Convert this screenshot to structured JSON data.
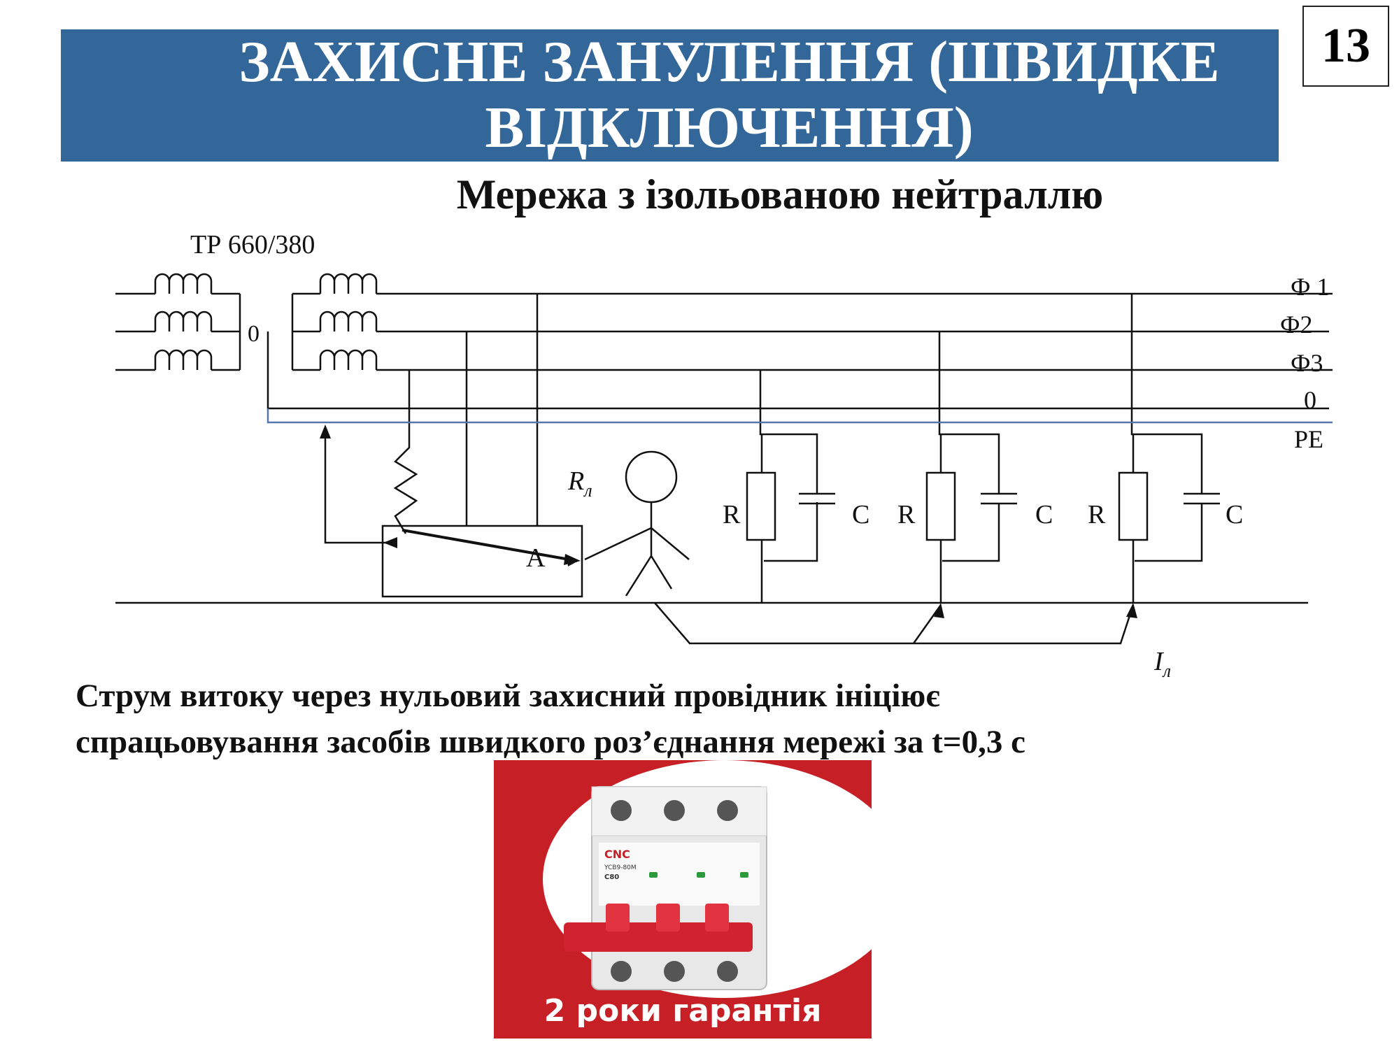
{
  "slide": {
    "title_line1": "ЗАХИСНЕ ЗАНУЛЕННЯ (ШВИДКЕ",
    "title_line2": "ВІДКЛЮЧЕННЯ)",
    "number": "13",
    "subtitle": "Мережа з ізольованою нейтраллю"
  },
  "diagram": {
    "transformer_label": "ТР 660/380",
    "neutral_label": "0",
    "lines": {
      "phase1": "Ф 1",
      "phase2": "Ф2",
      "phase3": "Ф3",
      "neutral": "0",
      "protective": "PE"
    },
    "resistor_label": "R",
    "capacitor_label": "C",
    "switch_label": "A",
    "rl_main": "R",
    "rl_sub": "л",
    "il_main": "I",
    "il_sub": "л"
  },
  "caption": {
    "line1": "Струм витоку через нульовий захисний провідник ініціює",
    "line2": "спрацьовування засобів швидкого роз’єднання мережі за t=0,3 с"
  },
  "product": {
    "brand": "CNC",
    "model": "YCB9-80M",
    "rating": "C80",
    "caption": "2 роки гарантія"
  },
  "colors": {
    "banner": "#336699",
    "product_bg": "#c62026",
    "pe_line": "#5577aa"
  }
}
